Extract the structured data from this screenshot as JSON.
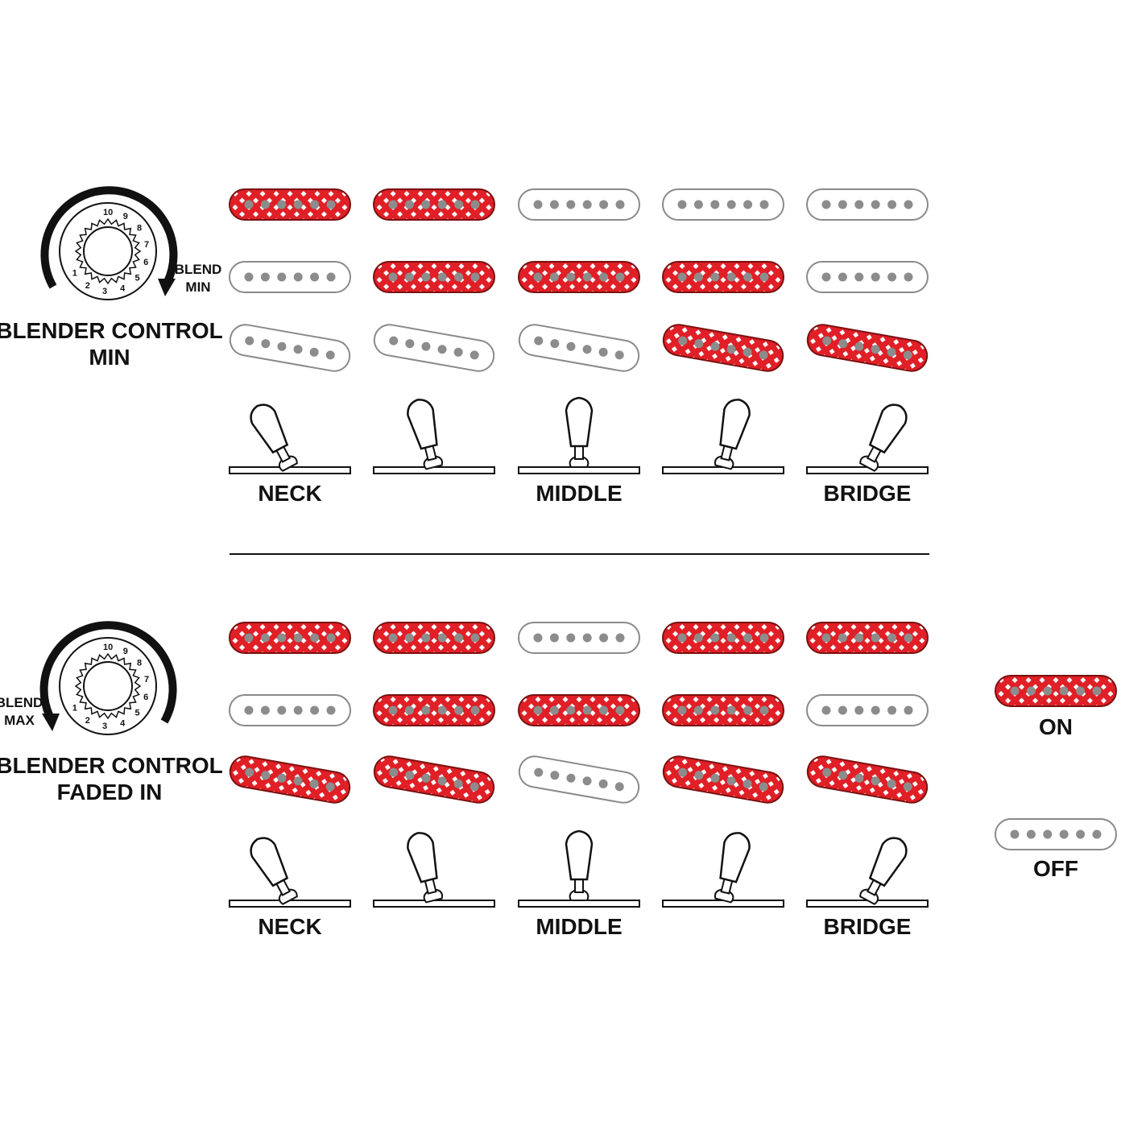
{
  "colors": {
    "on": "#e01f26",
    "off": "#ffffff",
    "outline": "#8a8a8a",
    "pole": "#8c8c8c",
    "ink": "#111111"
  },
  "sections": [
    {
      "knob_label_line1": "BLENDER CONTROL",
      "knob_label_line2": "MIN",
      "blend_line1": "BLEND",
      "blend_line2": "MIN",
      "positions": [
        {
          "label": "NECK",
          "neck": true,
          "middle": false,
          "bridge": false
        },
        {
          "label": "",
          "neck": true,
          "middle": true,
          "bridge": false
        },
        {
          "label": "MIDDLE",
          "neck": false,
          "middle": true,
          "bridge": false
        },
        {
          "label": "",
          "neck": false,
          "middle": true,
          "bridge": true
        },
        {
          "label": "BRIDGE",
          "neck": false,
          "middle": false,
          "bridge": true
        }
      ]
    },
    {
      "knob_label_line1": "BLENDER CONTROL",
      "knob_label_line2": "FADED IN",
      "blend_line1": "BLEND",
      "blend_line2": "MAX",
      "positions": [
        {
          "label": "NECK",
          "neck": true,
          "middle": false,
          "bridge": true
        },
        {
          "label": "",
          "neck": true,
          "middle": true,
          "bridge": true
        },
        {
          "label": "MIDDLE",
          "neck": false,
          "middle": true,
          "bridge": false
        },
        {
          "label": "",
          "neck": true,
          "middle": true,
          "bridge": true
        },
        {
          "label": "BRIDGE",
          "neck": true,
          "middle": false,
          "bridge": true
        }
      ]
    }
  ],
  "dial_numbers": [
    "1",
    "2",
    "3",
    "4",
    "5",
    "6",
    "7",
    "8",
    "9",
    "10"
  ],
  "legend": {
    "on_label": "ON",
    "off_label": "OFF"
  }
}
